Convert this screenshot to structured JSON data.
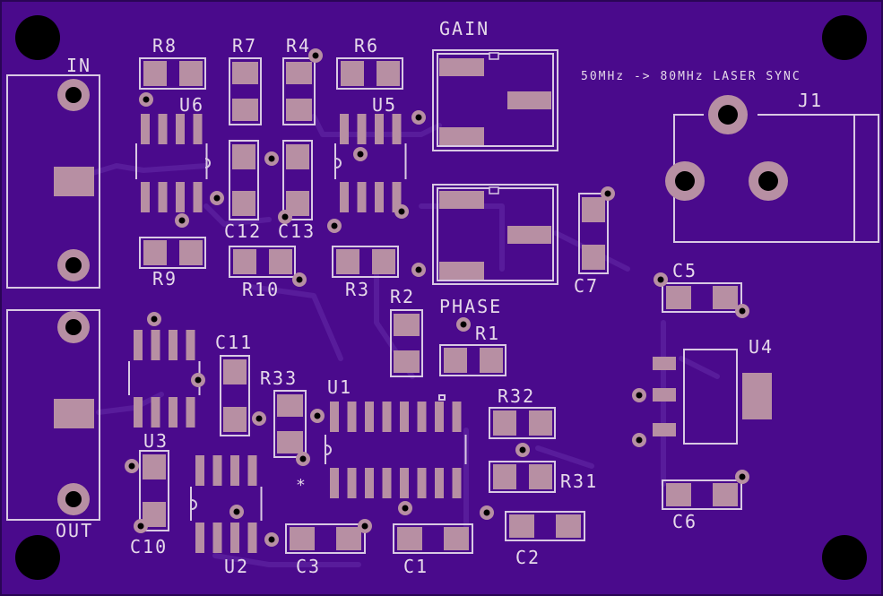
{
  "board": {
    "title": "50MHz -> 80MHz LASER SYNC",
    "colors": {
      "board": "#4a0a8c",
      "silkscreen": "#e6d9ea",
      "copper": "#b78fa3",
      "trace": "#5a1e9c",
      "hole": "#000000"
    }
  },
  "labels": {
    "in": "IN",
    "out": "OUT",
    "gain": "GAIN",
    "phase": "PHASE",
    "j1": "J1",
    "r8": "R8",
    "r7": "R7",
    "r4": "R4",
    "r6": "R6",
    "u6": "U6",
    "u5": "U5",
    "c12": "C12",
    "c13": "C13",
    "r9": "R9",
    "r10": "R10",
    "r3": "R3",
    "r2": "R2",
    "r1": "R1",
    "c7": "C7",
    "c5": "C5",
    "u4": "U4",
    "c11": "C11",
    "r33": "R33",
    "u1": "U1",
    "r32": "R32",
    "r31": "R31",
    "u3": "U3",
    "c10": "C10",
    "u2": "U2",
    "c3": "C3",
    "c1": "C1",
    "c2": "C2",
    "c6": "C6",
    "pin1_marker": "*"
  }
}
